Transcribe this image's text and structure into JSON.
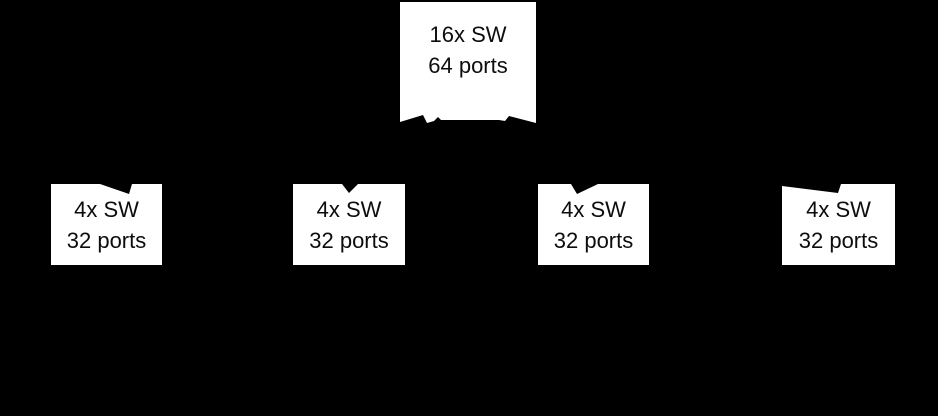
{
  "diagram": {
    "title": "switch-topology",
    "background_color": "#000000",
    "node_fill_color": "#ffffff",
    "node_text_color": "#0d0d0d",
    "spine_switch": {
      "line1": "16x SW",
      "line2": "64 ports"
    },
    "leaf_switches": [
      {
        "line1": "4x SW",
        "line2": "32 ports"
      },
      {
        "line1": "4x SW",
        "line2": "32 ports"
      },
      {
        "line1": "4x SW",
        "line2": "32 ports"
      },
      {
        "line1": "4x SW",
        "line2": "32 ports"
      }
    ]
  }
}
